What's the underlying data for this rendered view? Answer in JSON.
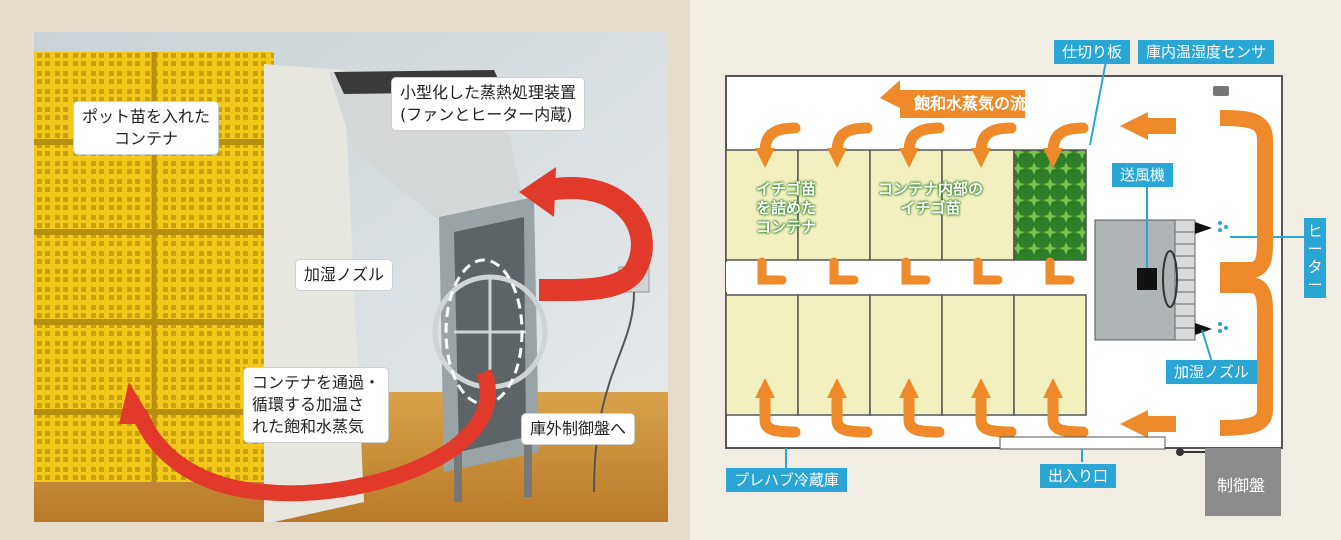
{
  "left": {
    "callouts": {
      "pot_container": "ポット苗を入れた\nコンテナ",
      "device": "小型化した蒸熱処理装置\n(ファンとヒーター内蔵)",
      "nozzle": "加湿ノズル",
      "steam": "コンテナを通過・\n循環する加温さ\nれた飽和水蒸気",
      "control_panel": "庫外制御盤へ"
    }
  },
  "right": {
    "flow_title": "飽和水蒸気の流れ",
    "labels": {
      "partition": "仕切り板",
      "sensor": "庫内温湿度センサ",
      "blower": "送風機",
      "heater": "ヒーター",
      "nozzle": "加湿ノズル",
      "prefab": "プレハブ冷蔵庫",
      "entrance": "出入り口",
      "control": "制御盤"
    },
    "inline": {
      "containers": "イチゴ苗\nを詰めた\nコンテナ",
      "inside": "コンテナ内部の\nイチゴ苗"
    }
  },
  "colors": {
    "accent_blue": "#2aa6d4",
    "arrow_orange": "#ef8a2b",
    "arrow_red": "#e23a2a",
    "container_fill": "#f3f0bf",
    "seedling_green": "#2f7f2a"
  }
}
